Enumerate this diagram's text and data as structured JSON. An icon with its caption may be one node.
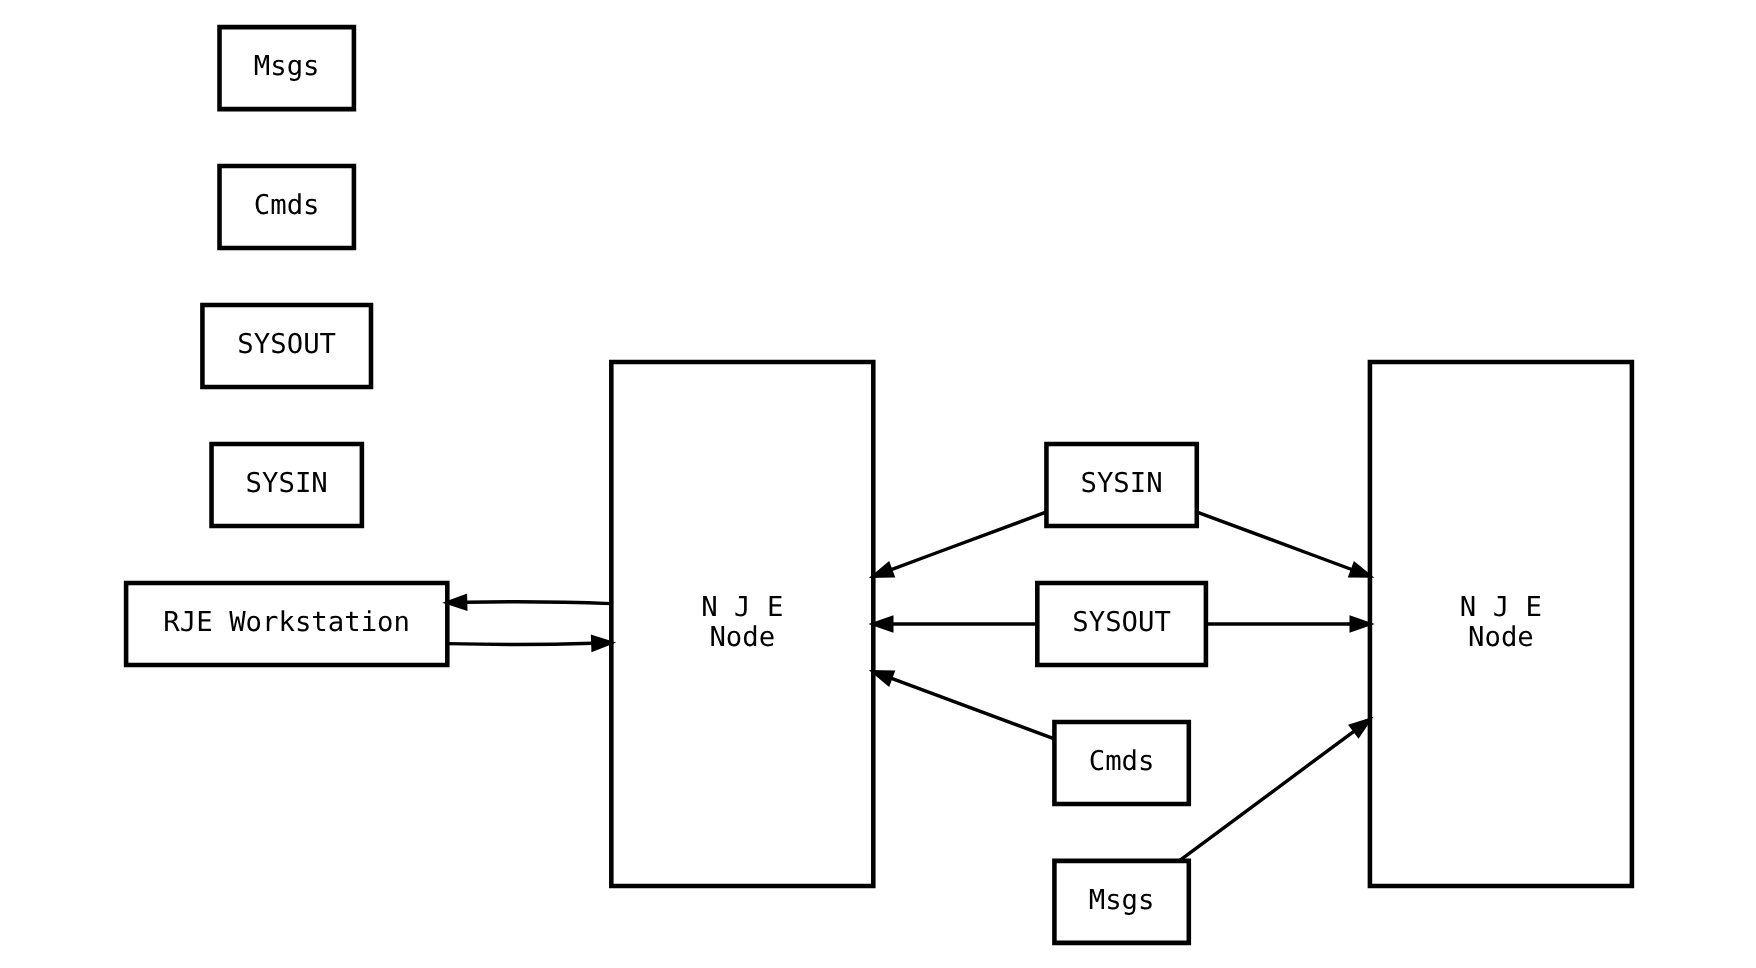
{
  "diagram": {
    "nodes": [
      {
        "text": [
          "RJE Workstation"
        ]
      },
      {
        "text": [
          "SYSIN"
        ]
      },
      {
        "text": [
          "SYSOUT"
        ]
      },
      {
        "text": [
          "Cmds"
        ]
      },
      {
        "text": [
          "Msgs"
        ]
      },
      {
        "text": [
          "N J E",
          "Node"
        ]
      },
      {
        "text": [
          "SYSIN"
        ]
      },
      {
        "text": [
          "SYSOUT"
        ]
      },
      {
        "text": [
          "Cmds"
        ]
      },
      {
        "text": [
          "Msgs"
        ]
      },
      {
        "text": [
          "N J E",
          "Node"
        ]
      }
    ],
    "edges": [
      {
        "from": 0,
        "to": 5,
        "arrow": "to"
      },
      {
        "from": 5,
        "to": 0,
        "arrow": "to"
      },
      {
        "from": 6,
        "to": 5,
        "arrow": "to"
      },
      {
        "from": 6,
        "to": 10,
        "arrow": "to"
      },
      {
        "from": 7,
        "to": 5,
        "arrow": "to"
      },
      {
        "from": 7,
        "to": 10,
        "arrow": "to"
      },
      {
        "from": 8,
        "to": 5,
        "arrow": "to"
      },
      {
        "from": 9,
        "to": 10,
        "arrow": "to"
      }
    ]
  }
}
